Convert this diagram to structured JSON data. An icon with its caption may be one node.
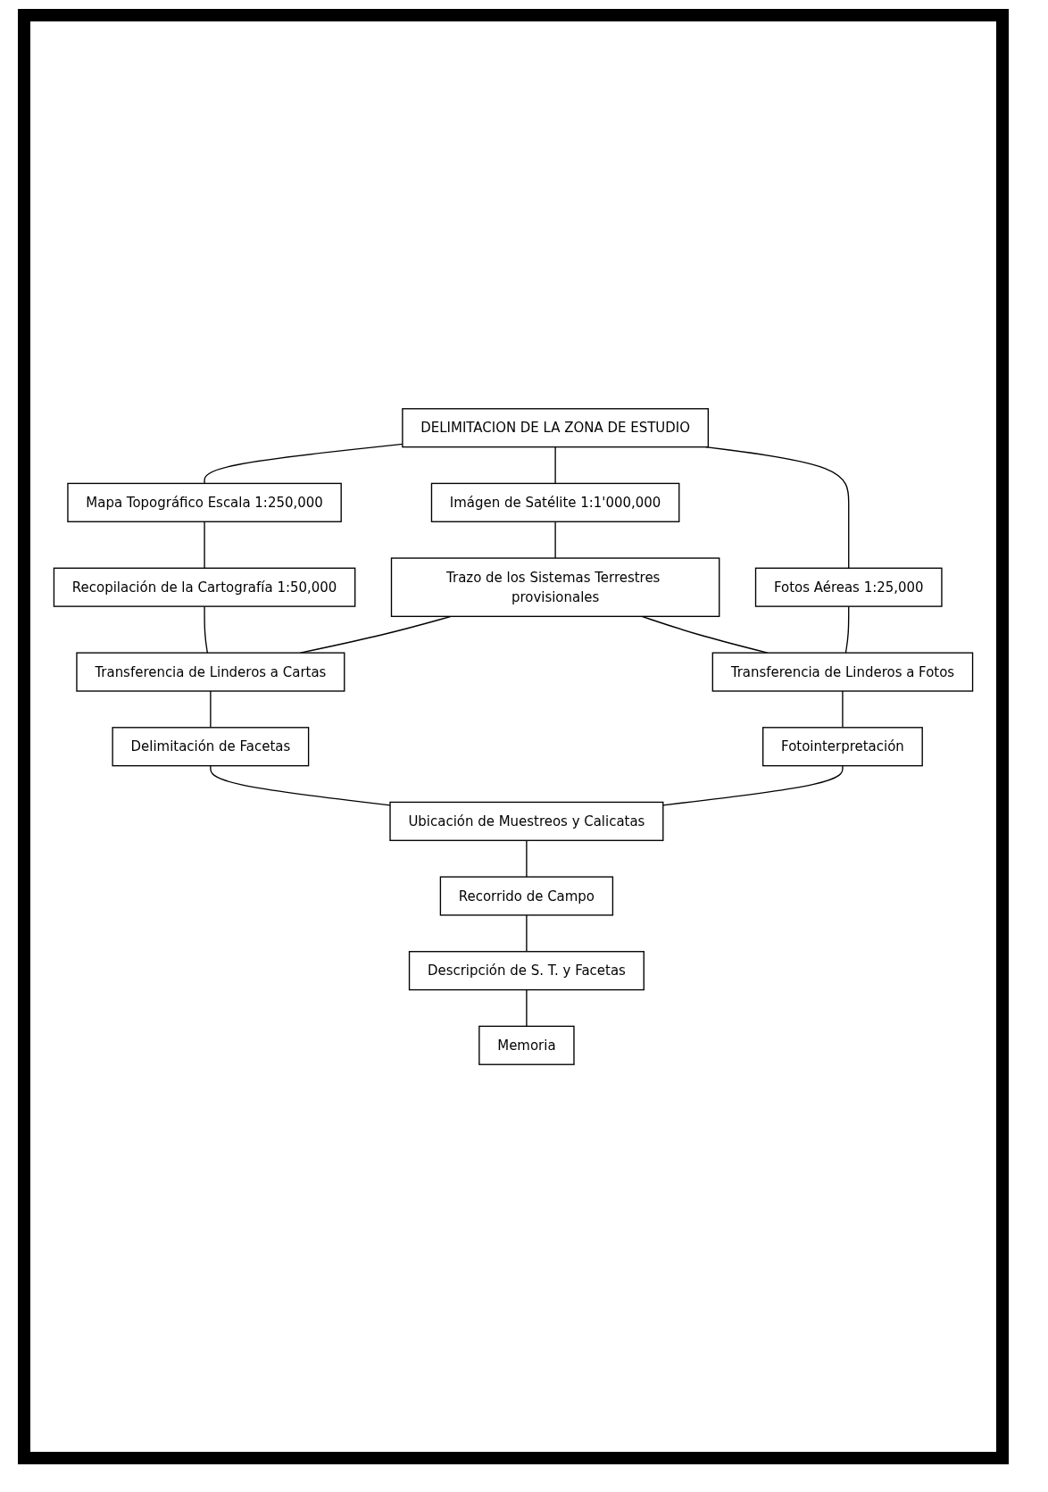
{
  "diagram": {
    "nodes": [
      {
        "text": [
          "DELIMITACION DE LA ZONA DE ESTUDIO"
        ]
      },
      {
        "text": [
          "Mapa Topográfico Escala 1:250,000"
        ]
      },
      {
        "text": [
          "Imágen de Satélite 1:1'000,000"
        ]
      },
      {
        "text": [
          "Fotos Aéreas 1:25,000"
        ]
      },
      {
        "text": [
          "Recopilación de la Cartografía 1:50,000"
        ]
      },
      {
        "text": [
          "Trazo de los Sistemas Terrestres provisionales"
        ]
      },
      {
        "text": [
          "Transferencia de Linderos a Cartas"
        ]
      },
      {
        "text": [
          "Transferencia de Linderos a Fotos"
        ]
      },
      {
        "text": [
          "Delimitación de Facetas"
        ]
      },
      {
        "text": [
          "Fotointerpretación"
        ]
      },
      {
        "text": [
          "Ubicación de Muestreos y Calicatas"
        ]
      },
      {
        "text": [
          "Recorrido de Campo"
        ]
      },
      {
        "text": [
          "Descripción de S. T. y Facetas"
        ]
      },
      {
        "text": [
          "Memoria"
        ]
      }
    ],
    "edges": [
      {
        "from": 0,
        "to": 1,
        "arrow": "none"
      },
      {
        "from": 0,
        "to": 2,
        "arrow": "none"
      },
      {
        "from": 0,
        "to": 3,
        "arrow": "none"
      },
      {
        "from": 1,
        "to": 4,
        "arrow": "none"
      },
      {
        "from": 2,
        "to": 5,
        "arrow": "none"
      },
      {
        "from": 4,
        "to": 6,
        "arrow": "none"
      },
      {
        "from": 5,
        "to": 6,
        "arrow": "none"
      },
      {
        "from": 5,
        "to": 7,
        "arrow": "none"
      },
      {
        "from": 3,
        "to": 7,
        "arrow": "none"
      },
      {
        "from": 6,
        "to": 8,
        "arrow": "none"
      },
      {
        "from": 7,
        "to": 9,
        "arrow": "none"
      },
      {
        "from": 8,
        "to": 10,
        "arrow": "none"
      },
      {
        "from": 9,
        "to": 10,
        "arrow": "none"
      },
      {
        "from": 10,
        "to": 11,
        "arrow": "none"
      },
      {
        "from": 11,
        "to": 12,
        "arrow": "none"
      },
      {
        "from": 12,
        "to": 13,
        "arrow": "none"
      }
    ]
  }
}
